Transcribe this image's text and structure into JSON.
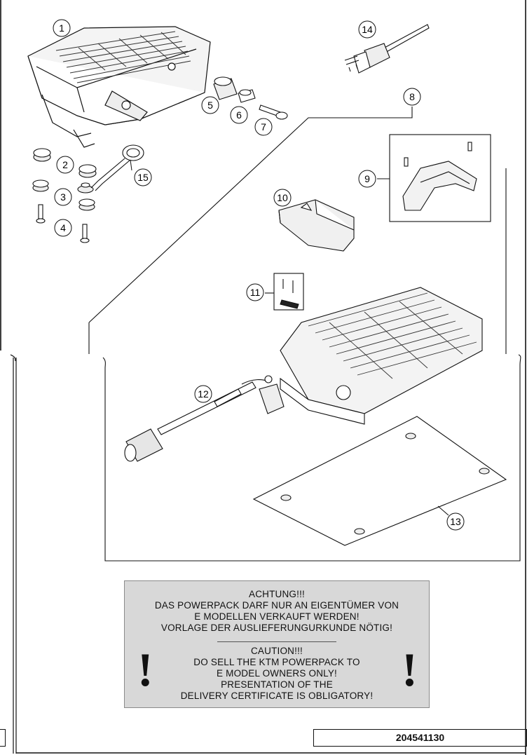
{
  "callouts": [
    {
      "id": "callout-1",
      "label": "1"
    },
    {
      "id": "callout-2",
      "label": "2"
    },
    {
      "id": "callout-3",
      "label": "3"
    },
    {
      "id": "callout-4",
      "label": "4"
    },
    {
      "id": "callout-5",
      "label": "5"
    },
    {
      "id": "callout-6",
      "label": "6"
    },
    {
      "id": "callout-7",
      "label": "7"
    },
    {
      "id": "callout-8",
      "label": "8"
    },
    {
      "id": "callout-9",
      "label": "9"
    },
    {
      "id": "callout-10",
      "label": "10"
    },
    {
      "id": "callout-11",
      "label": "11"
    },
    {
      "id": "callout-12",
      "label": "12"
    },
    {
      "id": "callout-13",
      "label": "13"
    },
    {
      "id": "callout-14",
      "label": "14"
    },
    {
      "id": "callout-15",
      "label": "15"
    }
  ],
  "warning": {
    "german": [
      "ACHTUNG!!!",
      "DAS POWERPACK DARF NUR AN EIGENTÜMER VON",
      "E MODELLEN VERKAUFT WERDEN!",
      "VORLAGE DER AUSLIEFERUNGURKUNDE NÖTIG!"
    ],
    "english": [
      "CAUTION!!!",
      "DO SELL THE KTM POWERPACK TO",
      "E MODEL OWNERS ONLY!",
      "PRESENTATION OF THE",
      "DELIVERY CERTIFICATE IS OBLIGATORY!"
    ],
    "exclamation": "!",
    "background_color": "#d8d8d8"
  },
  "footer": {
    "code": "204541130"
  }
}
